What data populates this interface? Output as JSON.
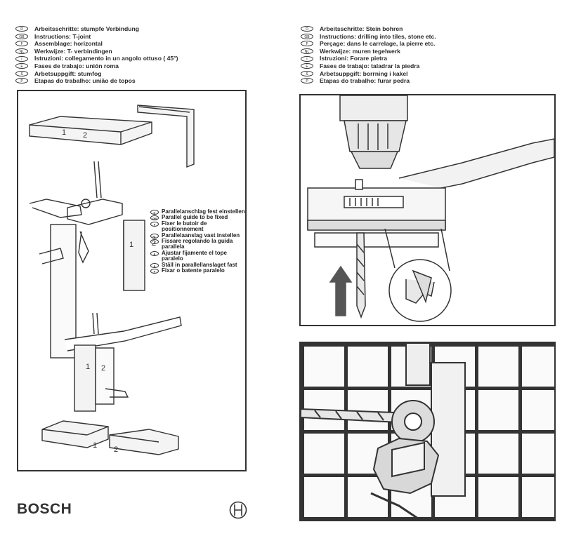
{
  "left_instructions": [
    {
      "code": "D",
      "text": "Arbeitsschritte: stumpfe Verbindung"
    },
    {
      "code": "GB",
      "text": "Instructions: T-joint"
    },
    {
      "code": "F",
      "text": "Assemblage: horizontal"
    },
    {
      "code": "NL",
      "text": "Werkwijze: T- verbindingen"
    },
    {
      "code": "I",
      "text": "Istruzioni: collegamento in un angolo ottuso ( 45°)"
    },
    {
      "code": "E",
      "text": "Fases de trabajo: unión roma"
    },
    {
      "code": "S",
      "text": "Arbetsuppgift: stumfog"
    },
    {
      "code": "P",
      "text": "Etapas do trabalho: união de topos"
    }
  ],
  "right_instructions": [
    {
      "code": "D",
      "text": "Arbeitsschritte: Stein bohren"
    },
    {
      "code": "GB",
      "text": "Instructions: drilling into tiles, stone etc."
    },
    {
      "code": "F",
      "text": "Perçage: dans le carrelage, la pierre etc."
    },
    {
      "code": "NL",
      "text": "Werkwijze: muren tegelwerk"
    },
    {
      "code": "I",
      "text": "Istruzioni: Forare pietra"
    },
    {
      "code": "E",
      "text": "Fases de trabajo: taladrar la piedra"
    },
    {
      "code": "S",
      "text": "Arbetsuppgift: borrning i kakel"
    },
    {
      "code": "P",
      "text": "Etapas do trabalho: furar pedra"
    }
  ],
  "callouts": [
    {
      "code": "D",
      "text": "Parallelanschlag fest einstellen"
    },
    {
      "code": "GB",
      "text": "Parallel guide to be fixed"
    },
    {
      "code": "F",
      "text": "Fixer le butoir de positionnement"
    },
    {
      "code": "NL",
      "text": "Parallelaanslag vast instellen"
    },
    {
      "code": "I",
      "text": "Fissare regolando la guida parallela"
    },
    {
      "code": "E",
      "text": "Ajustar fijamente el tope paralelo"
    },
    {
      "code": "S",
      "text": "Ställ in parallellanslaget fast"
    },
    {
      "code": "P",
      "text": "Fixar o batente paralelo"
    }
  ],
  "board_labels": {
    "one": "1",
    "two": "2"
  },
  "brand": "BOSCH"
}
